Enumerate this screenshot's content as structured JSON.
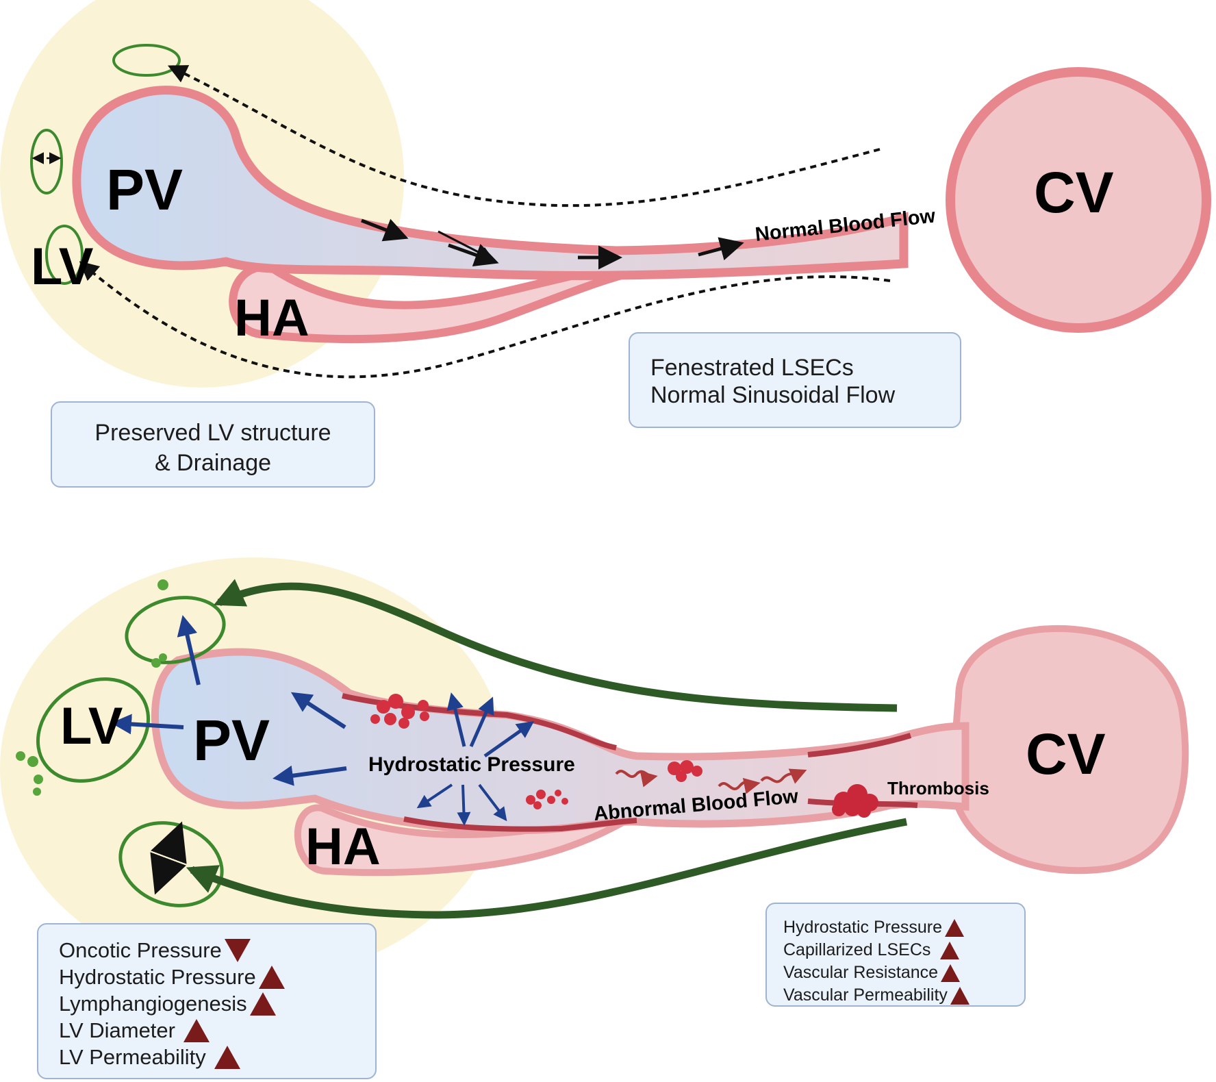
{
  "top_panel": {
    "pv_label": "PV",
    "lv_label": "LV",
    "ha_label": "HA",
    "cv_label": "CV",
    "flow_label": "Normal Blood Flow",
    "box_left": {
      "line1": "Preserved LV structure",
      "line2": "& Drainage"
    },
    "box_right": {
      "line1": "Fenestrated LSECs",
      "line2": "Normal Sinusoidal Flow"
    }
  },
  "bottom_panel": {
    "pv_label": "PV",
    "lv_label": "LV",
    "ha_label": "HA",
    "cv_label": "CV",
    "pressure_label": "Hydrostatic Pressure",
    "flow_label": "Abnormal Blood Flow",
    "thrombosis_label": "Thrombosis",
    "box_left_items": [
      {
        "text": "Oncotic Pressure",
        "direction": "down"
      },
      {
        "text": "Hydrostatic Pressure",
        "direction": "up"
      },
      {
        "text": "Lymphangiogenesis",
        "direction": "up"
      },
      {
        "text": "LV Diameter",
        "direction": "up"
      },
      {
        "text": "LV Permeability",
        "direction": "up"
      }
    ],
    "box_right_items": [
      {
        "text": "Hydrostatic Pressure",
        "direction": "up"
      },
      {
        "text": "Capillarized LSECs",
        "direction": "up"
      },
      {
        "text": "Vascular Resistance",
        "direction": "up"
      },
      {
        "text": "Vascular Permeability",
        "direction": "up"
      }
    ]
  },
  "colors": {
    "portal_vein": "#c9daf0",
    "vessel_wall": "#e8868e",
    "central_vein": "#f1c6c8",
    "lymphatic": "#3d8a2e",
    "zone": "#faf3d6",
    "pressure_arrow": "#1f3f8f",
    "drainage_path": "#2e5a26",
    "indicator": "#7a1b1b"
  }
}
